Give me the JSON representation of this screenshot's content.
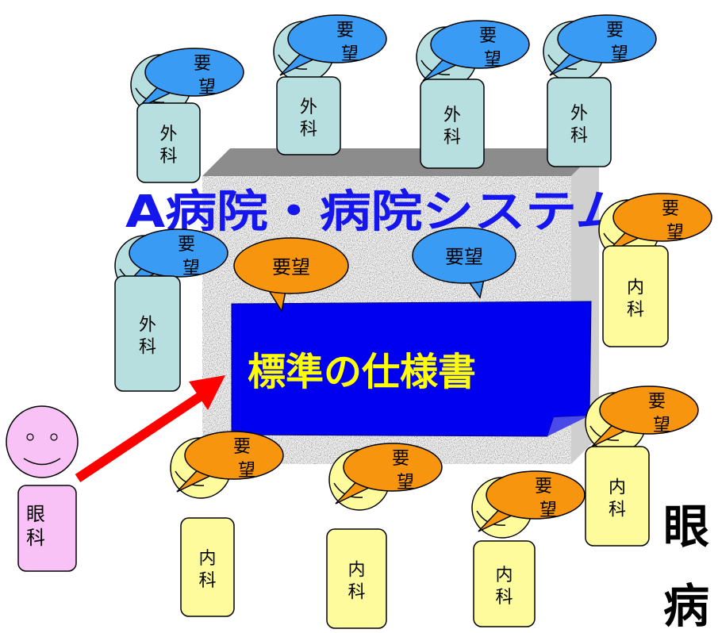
{
  "system_title": "A病院・病院システム",
  "spec_label": "標準の仕様書",
  "request_label": "要望",
  "request_chars": [
    "要",
    "望"
  ],
  "dept": {
    "surgery": [
      "外",
      "科"
    ],
    "internal": [
      "内",
      "科"
    ],
    "eye": [
      "眼",
      "科"
    ]
  },
  "bottom_text": [
    "眼",
    "病"
  ],
  "colors": {
    "surgery_body": "#b7dfe0",
    "internal_body": "#fdfb9c",
    "eye_body": "#f9c2f6",
    "bubble_blue": "#3a9bf5",
    "bubble_orange": "#f7950f",
    "spec_box": "#0000f0",
    "spec_text": "#ffff00",
    "title_text": "#1515ee",
    "arrow": "#ff0000"
  }
}
